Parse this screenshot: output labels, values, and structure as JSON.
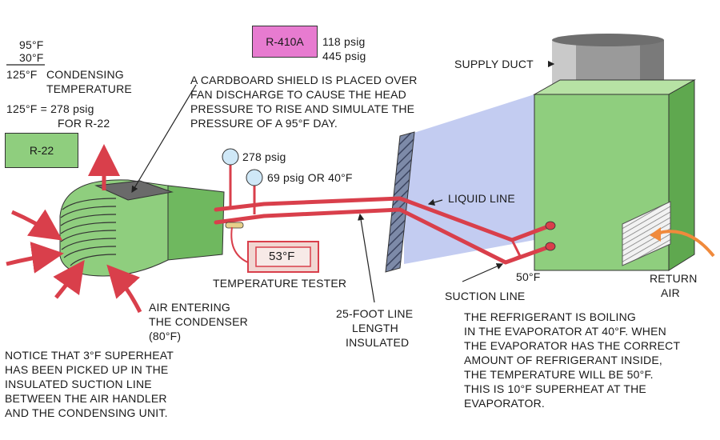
{
  "colors": {
    "unit_green": "#8fce7e",
    "unit_green_dark": "#5fa84f",
    "line_red": "#d93f4b",
    "r410a_pink": "#e77bd0",
    "r22_green": "#8fce7e",
    "duct_gray": "#9a9a9a",
    "airflow_blue": "#b8c3ee",
    "return_orange": "#f08a3c",
    "tester_bg": "#f1d7d2"
  },
  "calc": {
    "line1": "95°F",
    "line2": "30°F",
    "line3": "125°F",
    "condensing_label_1": "CONDENSING",
    "condensing_label_2": "TEMPERATURE",
    "equiv_line1": "125°F = 278 psig",
    "equiv_line2": "FOR R-22"
  },
  "r22_label": "R-22",
  "r410a": {
    "label": "R-410A",
    "pressure_low": "118 psig",
    "pressure_high": "445 psig"
  },
  "shield_note": [
    "A CARDBOARD SHIELD IS PLACED OVER",
    "FAN DISCHARGE TO CAUSE THE HEAD",
    "PRESSURE TO RISE AND SIMULATE THE",
    "PRESSURE OF A 95°F DAY."
  ],
  "supply_duct": "SUPPLY DUCT",
  "gauge_high": "278 psig",
  "gauge_low": "69 psig OR 40°F",
  "liquid_line": "LIQUID LINE",
  "tester_reading": "53°F",
  "temperature_tester": "TEMPERATURE TESTER",
  "suction_temp": "50°F",
  "suction_line": "SUCTION LINE",
  "return_air": [
    "RETURN",
    "AIR"
  ],
  "air_entering": [
    "AIR ENTERING",
    "THE CONDENSER",
    "(80°F)"
  ],
  "line_length": [
    "25-FOOT LINE",
    "LENGTH",
    "INSULATED"
  ],
  "superheat_note": [
    "NOTICE THAT 3°F SUPERHEAT",
    "HAS BEEN PICKED UP IN THE",
    "INSULATED SUCTION LINE",
    "BETWEEN THE AIR HANDLER",
    "AND THE CONDENSING UNIT."
  ],
  "evaporator_note": [
    "THE REFRIGERANT IS BOILING",
    "IN THE EVAPORATOR AT 40°F. WHEN",
    "THE EVAPORATOR HAS THE CORRECT",
    "AMOUNT OF REFRIGERANT INSIDE,",
    "THE TEMPERATURE WILL BE 50°F.",
    "THIS IS 10°F SUPERHEAT AT THE",
    "EVAPORATOR."
  ]
}
